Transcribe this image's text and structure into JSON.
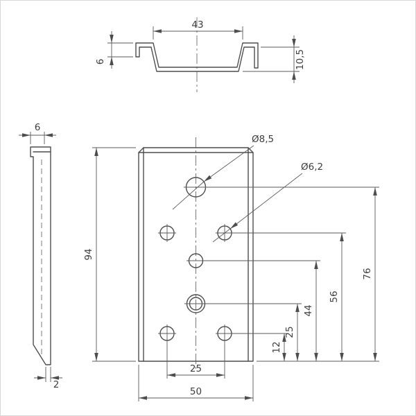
{
  "colors": {
    "object_line": "#4d4d4d",
    "thin_line": "#5a5a5a",
    "text": "#3d3d3d",
    "background": "#ffffff"
  },
  "views": {
    "top": {
      "width": "43",
      "left_lip_height": "6",
      "right_lip_height": "10,5"
    },
    "side": {
      "flange_depth": "6",
      "plate_thickness": "2"
    },
    "front": {
      "height": "94",
      "width": "50",
      "bottom_hole_spacing": "25",
      "hole_row_heights": {
        "row1": "12",
        "row2": "25",
        "row3": "44",
        "row4": "56",
        "row5": "76"
      },
      "large_hole_dia": "Ø8,5",
      "small_hole_dia": "Ø6,2"
    }
  }
}
